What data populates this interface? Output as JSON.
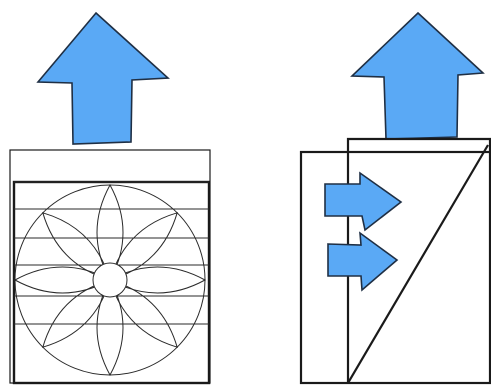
{
  "diagram": {
    "colors": {
      "background": "#ffffff",
      "arrow_fill": "#5aa9f5",
      "arrow_stroke": "#1f2f44",
      "line": "#1a1a1a",
      "thin_line": "#2a2a2a"
    },
    "left_unit": {
      "icon": "fan-icon",
      "louvers": 5,
      "fan_blades": 8
    },
    "right_unit": {
      "icon": "coil-unit-icon"
    },
    "arrows": [
      {
        "name": "upward-airflow-arrow-left",
        "direction": "up"
      },
      {
        "name": "upward-airflow-arrow-right",
        "direction": "up"
      },
      {
        "name": "side-airflow-arrow-upper",
        "direction": "right"
      },
      {
        "name": "side-airflow-arrow-lower",
        "direction": "right"
      }
    ]
  }
}
